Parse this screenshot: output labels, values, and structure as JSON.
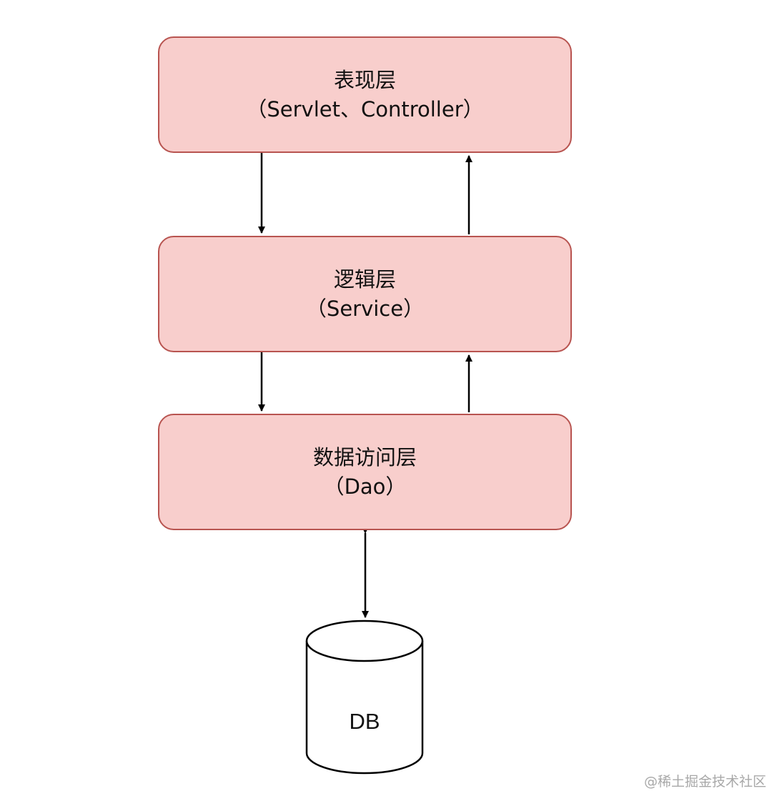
{
  "diagram": {
    "layers": [
      {
        "title": "表现层",
        "subtitle": "（Servlet、Controller）"
      },
      {
        "title": "逻辑层",
        "subtitle": "（Service）"
      },
      {
        "title": "数据访问层",
        "subtitle": "（Dao）"
      }
    ],
    "database": {
      "label": "DB"
    },
    "colors": {
      "box_fill": "#f8cecc",
      "box_border": "#b85450",
      "arrow": "#000000"
    }
  },
  "watermark": "@稀土掘金技术社区"
}
